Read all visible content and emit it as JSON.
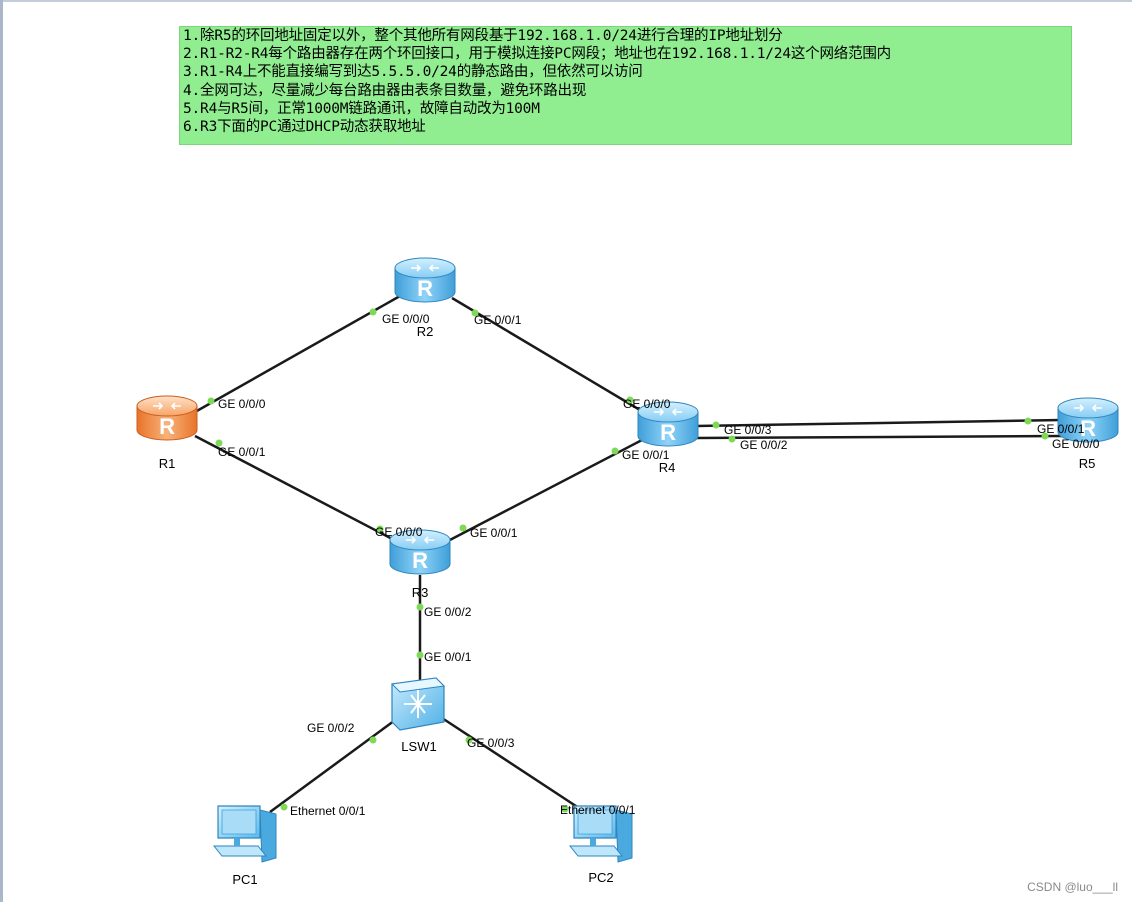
{
  "notes": {
    "lines": [
      "1.除R5的环回地址固定以外，整个其他所有网段基于192.168.1.0/24进行合理的IP地址划分",
      "2.R1-R2-R4每个路由器存在两个环回接口，用于模拟连接PC网段；地址也在192.168.1.1/24这个网络范围内",
      "3.R1-R4上不能直接编写到达5.5.5.0/24的静态路由，但依然可以访问",
      "4.全网可达，尽量减少每台路由器由表条目数量，避免环路出现",
      "5.R4与R5间，正常1000M链路通讯，故障自动改为100M",
      "6.R3下面的PC通过DHCP动态获取地址"
    ]
  },
  "devices": {
    "r1": "R1",
    "r2": "R2",
    "r3": "R3",
    "r4": "R4",
    "r5": "R5",
    "lsw1": "LSW1",
    "pc1": "PC1",
    "pc2": "PC2"
  },
  "ports": {
    "r2_ge000": "GE 0/0/0",
    "r2_ge001": "GE 0/0/1",
    "r1_ge000": "GE 0/0/0",
    "r1_ge001": "GE 0/0/1",
    "r4_ge000": "GE 0/0/0",
    "r4_ge001": "GE 0/0/1",
    "r4_ge003": "GE 0/0/3",
    "r4_ge002": "GE 0/0/2",
    "r5_ge001": "GE 0/0/1",
    "r5_ge000": "GE 0/0/0",
    "r3_ge000": "GE 0/0/0",
    "r3_ge001": "GE 0/0/1",
    "r3_ge002": "GE 0/0/2",
    "lsw1_ge001": "GE 0/0/1",
    "lsw1_ge002": "GE 0/0/2",
    "lsw1_ge003": "GE 0/0/3",
    "pc1_eth": "Ethernet 0/0/1",
    "pc2_eth": "Ethernet 0/0/1"
  },
  "watermark": "CSDN @luo___ll",
  "colors": {
    "notes_bg": "#90ee90",
    "router_blue": "#5cb6ea",
    "router_orange": "#f08a3a",
    "link": "#1a1a1a",
    "port_dot": "#7ed957"
  }
}
